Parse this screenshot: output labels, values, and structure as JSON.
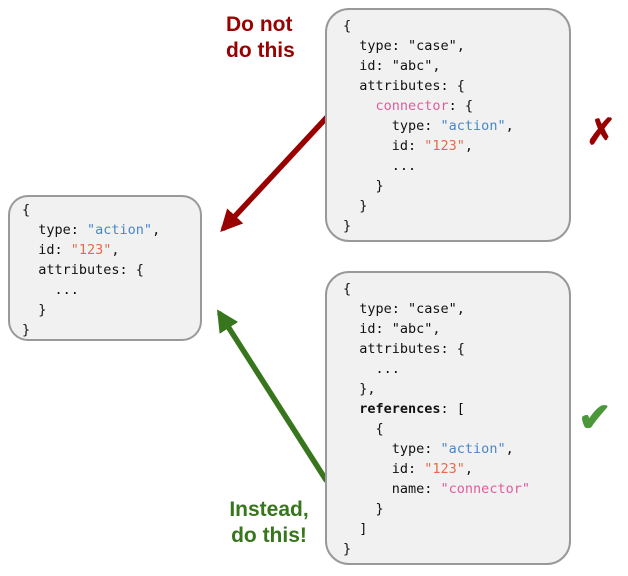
{
  "labels": {
    "do_not": "Do not\ndo this",
    "instead": "Instead,\ndo this!"
  },
  "marks": {
    "cross": "✗",
    "check": "✔"
  },
  "colors": {
    "box_bg": "#f1f1f1",
    "box_border": "#999999",
    "code_text": "#111111",
    "string_blue": "#4a86c8",
    "string_orange": "#e8694b",
    "string_pink": "#df5d9d",
    "bad_red": "#990000",
    "good_green": "#38761d",
    "check_green": "#4a9839"
  },
  "boxes": {
    "bad": {
      "lines": [
        [
          {
            "t": "{"
          }
        ],
        [
          {
            "t": "  type: \"case\","
          }
        ],
        [
          {
            "t": "  id: \"abc\","
          }
        ],
        [
          {
            "t": "  attributes: {"
          }
        ],
        [
          {
            "t": "    "
          },
          {
            "t": "connector",
            "s": "pink"
          },
          {
            "t": ": {"
          }
        ],
        [
          {
            "t": "      type: "
          },
          {
            "t": "\"action\"",
            "s": "blue"
          },
          {
            "t": ","
          }
        ],
        [
          {
            "t": "      id: "
          },
          {
            "t": "\"123\"",
            "s": "orange"
          },
          {
            "t": ","
          }
        ],
        [
          {
            "t": "      ..."
          }
        ],
        [
          {
            "t": "    }"
          }
        ],
        [
          {
            "t": "  }"
          }
        ],
        [
          {
            "t": "}"
          }
        ]
      ]
    },
    "target": {
      "lines": [
        [
          {
            "t": "{"
          }
        ],
        [
          {
            "t": "  type: "
          },
          {
            "t": "\"action\"",
            "s": "blue"
          },
          {
            "t": ","
          }
        ],
        [
          {
            "t": "  id: "
          },
          {
            "t": "\"123\"",
            "s": "orange"
          },
          {
            "t": ","
          }
        ],
        [
          {
            "t": "  attributes: {"
          }
        ],
        [
          {
            "t": "    ..."
          }
        ],
        [
          {
            "t": "  }"
          }
        ],
        [
          {
            "t": "}"
          }
        ]
      ]
    },
    "good": {
      "lines": [
        [
          {
            "t": "{"
          }
        ],
        [
          {
            "t": "  type: \"case\","
          }
        ],
        [
          {
            "t": "  id: \"abc\","
          }
        ],
        [
          {
            "t": "  attributes: {"
          }
        ],
        [
          {
            "t": "    ..."
          }
        ],
        [
          {
            "t": "  },"
          }
        ],
        [
          {
            "t": "  "
          },
          {
            "t": "references",
            "s": "bold"
          },
          {
            "t": ": ["
          }
        ],
        [
          {
            "t": "    {"
          }
        ],
        [
          {
            "t": "      type: "
          },
          {
            "t": "\"action\"",
            "s": "blue"
          },
          {
            "t": ","
          }
        ],
        [
          {
            "t": "      id: "
          },
          {
            "t": "\"123\"",
            "s": "orange"
          },
          {
            "t": ","
          }
        ],
        [
          {
            "t": "      name: "
          },
          {
            "t": "\"connector\"",
            "s": "pink"
          }
        ],
        [
          {
            "t": "    }"
          }
        ],
        [
          {
            "t": "  ]"
          }
        ],
        [
          {
            "t": "}"
          }
        ]
      ]
    }
  }
}
